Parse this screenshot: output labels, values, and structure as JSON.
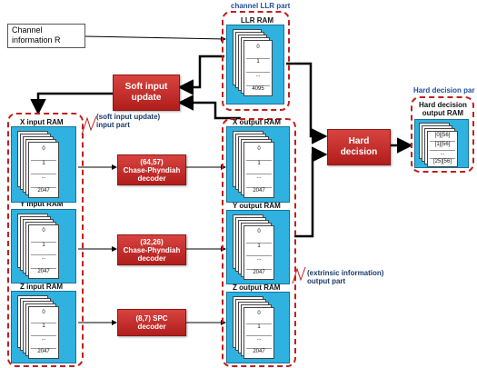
{
  "channel_info": "Channel\ninformation R",
  "llr_part_label": "channel LLR  part",
  "llr_ram": {
    "title": "LLR RAM",
    "cells": [
      "0",
      "1",
      "...",
      "4095"
    ]
  },
  "soft_input_update": "Soft input\nupdate",
  "hard_decision": "Hard\ndecision",
  "hard_decision_part_label": "Hard decision par",
  "hard_decision_ram": {
    "title": "Hard decision\noutput RAM",
    "cells": [
      "[0][56]",
      "[1][56]",
      "...",
      "[25][56]"
    ]
  },
  "input_part_label": "(soft input update)\ninput part",
  "extrinsic_label": "(extrinsic information)\noutput part",
  "input_rams": [
    {
      "title": "X input RAM",
      "cells": [
        "0",
        "1",
        "...",
        "2047"
      ]
    },
    {
      "title": "Y input RAM",
      "cells": [
        "0",
        "1",
        "...",
        "2047"
      ]
    },
    {
      "title": "Z input RAM",
      "cells": [
        "0",
        "1",
        "...",
        "2047"
      ]
    }
  ],
  "output_rams": [
    {
      "title": "X output RAM",
      "cells": [
        "0",
        "1",
        "...",
        "2047"
      ]
    },
    {
      "title": "Y output RAM",
      "cells": [
        "0",
        "1",
        "...",
        "2047"
      ]
    },
    {
      "title": "Z output RAM",
      "cells": [
        "0",
        "1",
        "...",
        "2047"
      ]
    }
  ],
  "decoders": [
    {
      "label": "(64,57)\nChase-Phyndiah\ndecoder"
    },
    {
      "label": "(32,26)\nChase-Phyndiah\ndecoder"
    },
    {
      "label": "(8,7) SPC\ndecoder"
    }
  ],
  "colors": {
    "ram_fill": "#2fb2e0",
    "block_red": "#c0201e",
    "label_blue": "#1f4e9c"
  }
}
